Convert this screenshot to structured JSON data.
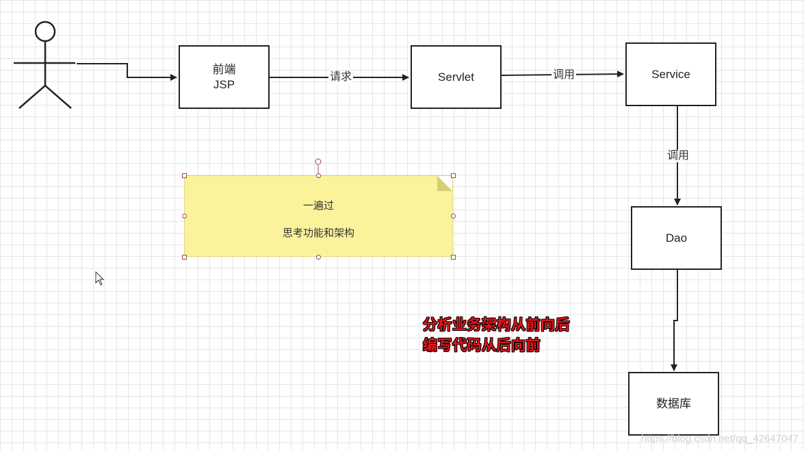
{
  "nodes": {
    "frontend": {
      "line1": "前端",
      "line2": "JSP"
    },
    "servlet": {
      "label": "Servlet"
    },
    "service": {
      "label": "Service"
    },
    "dao": {
      "label": "Dao"
    },
    "database": {
      "label": "数据库"
    }
  },
  "edges": {
    "frontend_to_servlet": "请求",
    "servlet_to_service": "调用",
    "service_to_dao": "调用"
  },
  "note": {
    "line1": "一遍过",
    "line2": "思考功能和架构",
    "color": "#fbf39b"
  },
  "emphasis": {
    "line1": "分析业务架构从前向后",
    "line2": "编写代码从后向前",
    "color": "#e8141c"
  },
  "watermark": "https://blog.csdn.net/qq_42647047"
}
